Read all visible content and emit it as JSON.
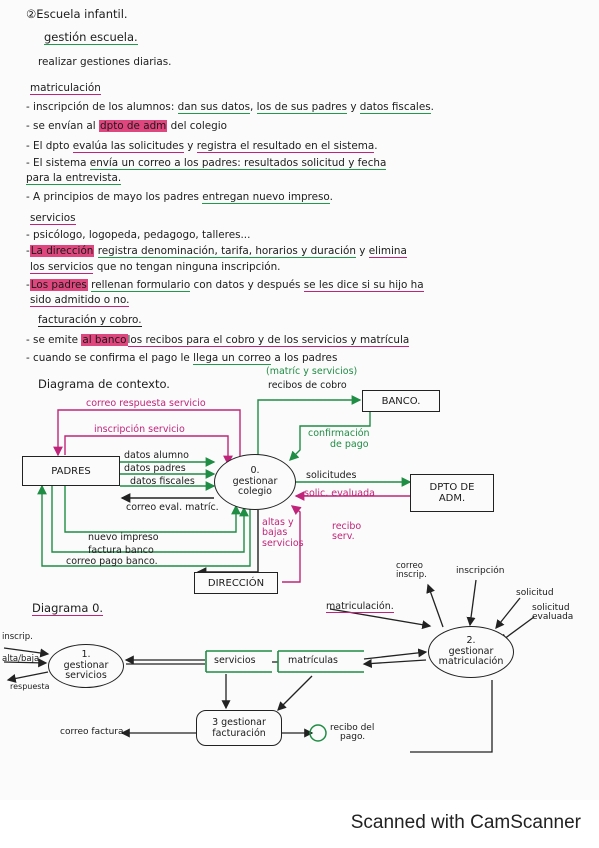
{
  "notes": {
    "title": "②Escuela infantil.",
    "subtitle": "gestión escuela.",
    "intro": "realizar gestiones diarias.",
    "matriculacion": {
      "heading": "matriculación",
      "l1a": "- inscripción de los alumnos:",
      "l1b": "dan sus datos",
      "l1c": ",",
      "l1d": "los de sus padres",
      "l1e": " y ",
      "l1f": "datos fiscales",
      "l1g": ".",
      "l2a": "- se envían al",
      "l2b": "dpto de adm",
      "l2c": "del colegio",
      "l3a": "- El dpto",
      "l3b": "evalúa las solicitudes",
      "l3c": " y ",
      "l3d": "registra el resultado en el sistema",
      "l3e": ".",
      "l4a": "- El sistema",
      "l4b": "envía un correo a los padres",
      "l4c": ": resultados solicitud y fecha",
      "l5": "para la entrevista.",
      "l6a": "- A principios de mayo los padres",
      "l6b": "entregan nuevo impreso",
      "l6c": "."
    },
    "servicios": {
      "heading": "servicios",
      "l1": "- psicólogo, logopeda, pedagogo, talleres...",
      "l2a": "-",
      "l2b": "La dirección",
      "l2c": "registra denominación, tarifa, horarios y duración",
      "l2d": " y ",
      "l2e": "elimina",
      "l3a": "los servicios",
      "l3b": "que no tengan ninguna inscripción.",
      "l4a": "-",
      "l4b": "Los padres",
      "l4c": "rellenan formulario",
      "l4d": "con datos y después",
      "l4e": "se les dice si su hijo ha",
      "l5": "sido admitido o no."
    },
    "facturacion": {
      "heading": "facturación y cobro.",
      "l1a": "- se emite",
      "l1b": "al banco",
      "l1c": "los recibos para el cobro y de los servicios y matrícula",
      "l2a": "- cuando se confirma el pago le",
      "l2b": "llega un correo",
      "l2c": "a los padres"
    }
  },
  "context_diagram": {
    "heading": "Diagrama de contexto.",
    "padres": "PADRES",
    "proceso_num": "0.",
    "proceso_l1": "gestionar",
    "proceso_l2": "colegio",
    "banco": "BANCO.",
    "dpto_l1": "DPTO DE",
    "dpto_l2": "ADM.",
    "direccion": "DIRECCIÓN",
    "f_correo_respuesta": "correo respuesta servicio",
    "f_inscripcion_servicio": "inscripción servicio",
    "f_datos_alumno": "datos alumno",
    "f_datos_padres": "datos padres",
    "f_datos_fiscales": "datos fiscales",
    "f_correo_eval": "correo eval. matríc.",
    "f_nuevo_impreso": "nuevo impreso",
    "f_factura_banco": "factura banco",
    "f_correo_pago": "correo pago banco.",
    "f_recibos_l1": "(matríc y servicios)",
    "f_recibos_l2": "recibos de cobro",
    "f_confirmacion_l1": "confirmación",
    "f_confirmacion_l2": "de pago",
    "f_solicitudes": "solicitudes",
    "f_solic_evaluada": "solic. evaluada",
    "f_altas_l1": "altas y",
    "f_altas_l2": "bajas",
    "f_altas_l3": "servicios",
    "f_recibo_l1": "recibo",
    "f_recibo_l2": "serv."
  },
  "diagram0": {
    "heading": "Diagrama 0.",
    "p1_num": "1.",
    "p1_l1": "gestionar",
    "p1_l2": "servicios",
    "p2_num": "2.",
    "p2_l1": "gestionar",
    "p2_l2": "matriculación",
    "p3_l1": "3 gestionar",
    "p3_l2": "facturación",
    "store_servicios": "servicios",
    "store_matriculas": "matrículas",
    "f_inscrip": "inscrip.",
    "f_alta_baja": "alta/baja",
    "f_respuesta": "respuesta",
    "f_correo_inscrip_l1": "correo",
    "f_correo_inscrip_l2": "inscrip.",
    "f_inscripcion": "inscripción",
    "f_solicitud": "solicitud",
    "f_solicitud_eval_l1": "solicitud",
    "f_solicitud_eval_l2": "evaluada",
    "f_matriculacion": "matriculación.",
    "f_correo_factura": "correo factura",
    "f_recibo_pago_l1": "recibo del",
    "f_recibo_pago_l2": "pago."
  },
  "footer": "Scanned with CamScanner"
}
